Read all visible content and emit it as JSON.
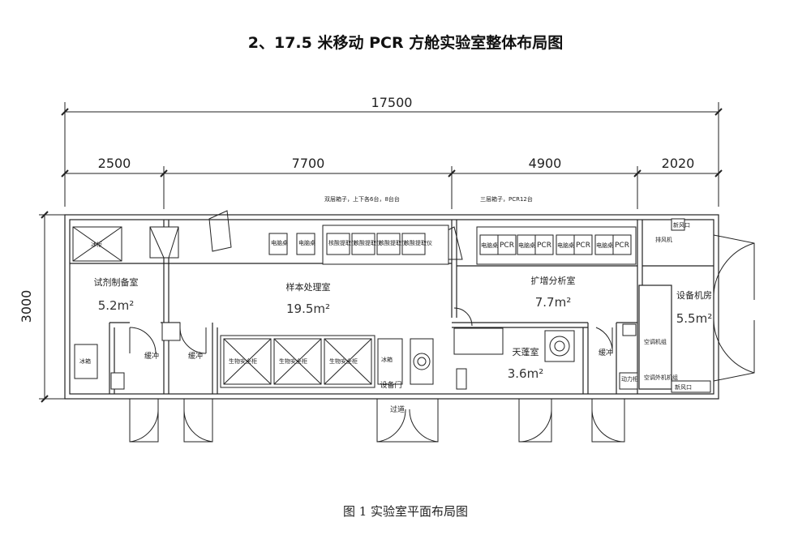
{
  "title": "2、17.5 米移动 PCR 方舱实验室整体布局图",
  "caption": "图 1 实验室平面布局图",
  "dimensions": {
    "total": "17500",
    "seg1": "2500",
    "seg2": "7700",
    "seg3": "4900",
    "seg4": "2020",
    "height": "3000"
  },
  "rooms": {
    "reagent": {
      "name": "试剂制备室",
      "area": "5.2m²"
    },
    "sample": {
      "name": "样本处理室",
      "area": "19.5m²"
    },
    "amplification": {
      "name": "扩增分析室",
      "area": "7.7m²"
    },
    "balance": {
      "name": "天蓬室",
      "area": "3.6m²"
    },
    "equipment": {
      "name": "设备机房",
      "area": "5.5m²"
    }
  },
  "labels": {
    "buffer1": "缓冲",
    "buffer2": "缓冲",
    "buffer3": "缓冲",
    "equip_door": "设备门",
    "hallway": "过道",
    "note_sample": "双层箱子，上下各6台，8台台",
    "note_pcr": "三层箱子，PCR12台",
    "exhaust": "排风机",
    "ac_unit": "空调机组",
    "power": "动力柜",
    "ac_power": "空调外机机组",
    "top_right_small": "新风口",
    "bottom_right_small": "新风口",
    "reagent_top_box": "冰柜",
    "reagent_bottom_box": "冰箱",
    "fridge2": "冰箱",
    "pc1": "电脑桌",
    "pc2": "电脑桌",
    "pc3": "电脑桌",
    "pc4": "电脑桌",
    "pc5": "电脑桌",
    "pc6": "电脑桌",
    "pcr": "PCR",
    "extract": "核酸提取仪",
    "bsc": "生物安全柜"
  }
}
